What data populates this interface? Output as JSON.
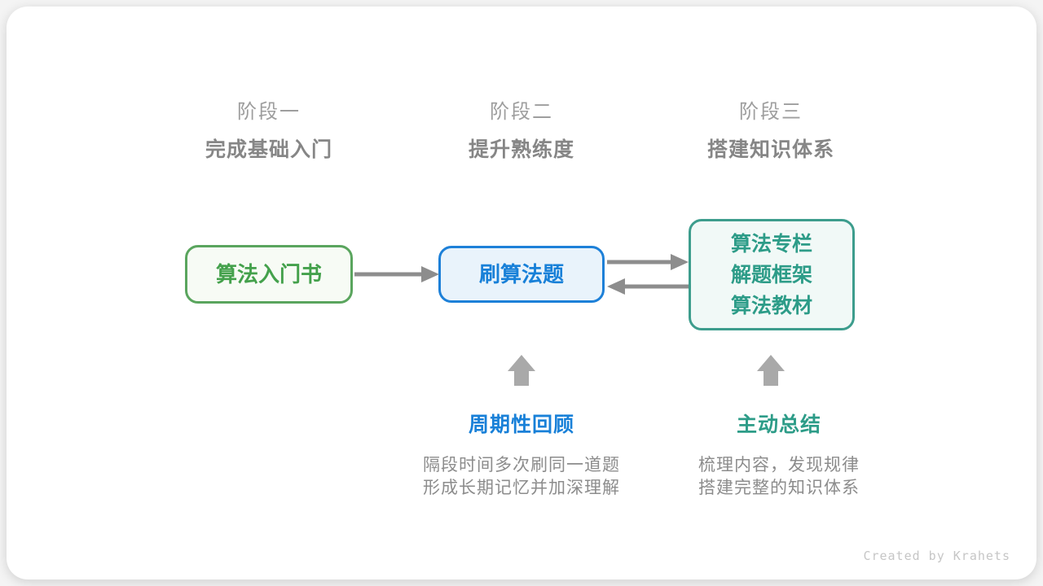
{
  "page": {
    "credit": "Created by Krahets",
    "colors": {
      "card_bg": "#ffffff",
      "arrow": "#8d8d8d",
      "block_arrow": "#a9a9a9",
      "stage_label": "#9e9e9e",
      "stage_subtitle": "#868686",
      "description": "#8c8c8c",
      "credit": "#c6c6c6"
    }
  },
  "stages": [
    {
      "label": "阶段一",
      "subtitle": "完成基础入门"
    },
    {
      "label": "阶段二",
      "subtitle": "提升熟练度"
    },
    {
      "label": "阶段三",
      "subtitle": "搭建知识体系"
    }
  ],
  "nodes": [
    {
      "name": "algorithm-intro-book",
      "lines": [
        "算法入门书"
      ],
      "border": "#5aa55e",
      "text": "#44a14c",
      "fill": "#f7fbf5"
    },
    {
      "name": "practice-problems",
      "lines": [
        "刷算法题"
      ],
      "border": "#1d80d8",
      "text": "#1880d8",
      "fill": "#e9f3fb"
    },
    {
      "name": "knowledge-sources",
      "lines": [
        "算法专栏",
        "解题框架",
        "算法教材"
      ],
      "border": "#3d9d8d",
      "text": "#2d9c88",
      "fill": "#f1f9f7"
    }
  ],
  "callouts": [
    {
      "title": "周期性回顾",
      "title_color": "#1880d8",
      "lines": [
        "隔段时间多次刷同一道题",
        "形成长期记忆并加深理解"
      ]
    },
    {
      "title": "主动总结",
      "title_color": "#2d9c88",
      "lines": [
        "梳理内容，发现规律",
        "搭建完整的知识体系"
      ]
    }
  ]
}
